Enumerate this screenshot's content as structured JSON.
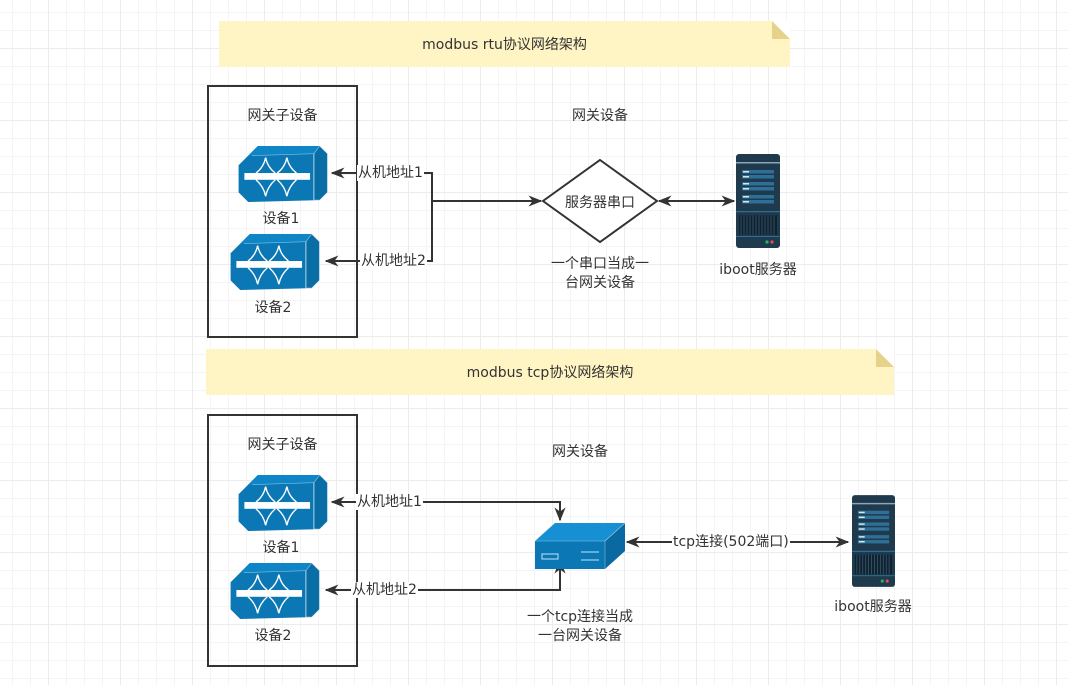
{
  "colors": {
    "note_fill": "#fff4c3",
    "note_fold": "#e6d28a",
    "device_blue": "#0b78b5",
    "server_dark": "#1f3a4d",
    "server_stripe": "#2d6f96",
    "line": "#333333"
  },
  "rtu_section": {
    "title": "modbus rtu协议网络架构",
    "group_label": "网关子设备",
    "devices": [
      {
        "label": "设备1",
        "icon": "switch-device-icon"
      },
      {
        "label": "设备2",
        "icon": "switch-device-icon"
      }
    ],
    "edges": [
      {
        "label": "从机地址1"
      },
      {
        "label": "从机地址2"
      }
    ],
    "gateway_heading": "网关设备",
    "gateway_node": "服务器串口",
    "gateway_caption_line1": "一个串口当成一",
    "gateway_caption_line2": "台网关设备",
    "server_label": "iboot服务器",
    "server_icon": "server-tower-icon"
  },
  "tcp_section": {
    "title": "modbus tcp协议网络架构",
    "group_label": "网关子设备",
    "devices": [
      {
        "label": "设备1",
        "icon": "switch-device-icon"
      },
      {
        "label": "设备2",
        "icon": "switch-device-icon"
      }
    ],
    "edges": [
      {
        "label": "从机地址1"
      },
      {
        "label": "从机地址2"
      }
    ],
    "gateway_heading": "网关设备",
    "gateway_icon": "network-gateway-icon",
    "gateway_caption_line1": "一个tcp连接当成",
    "gateway_caption_line2": "一台网关设备",
    "link_label": "tcp连接(502端口)",
    "server_label": "iboot服务器",
    "server_icon": "server-tower-icon"
  }
}
